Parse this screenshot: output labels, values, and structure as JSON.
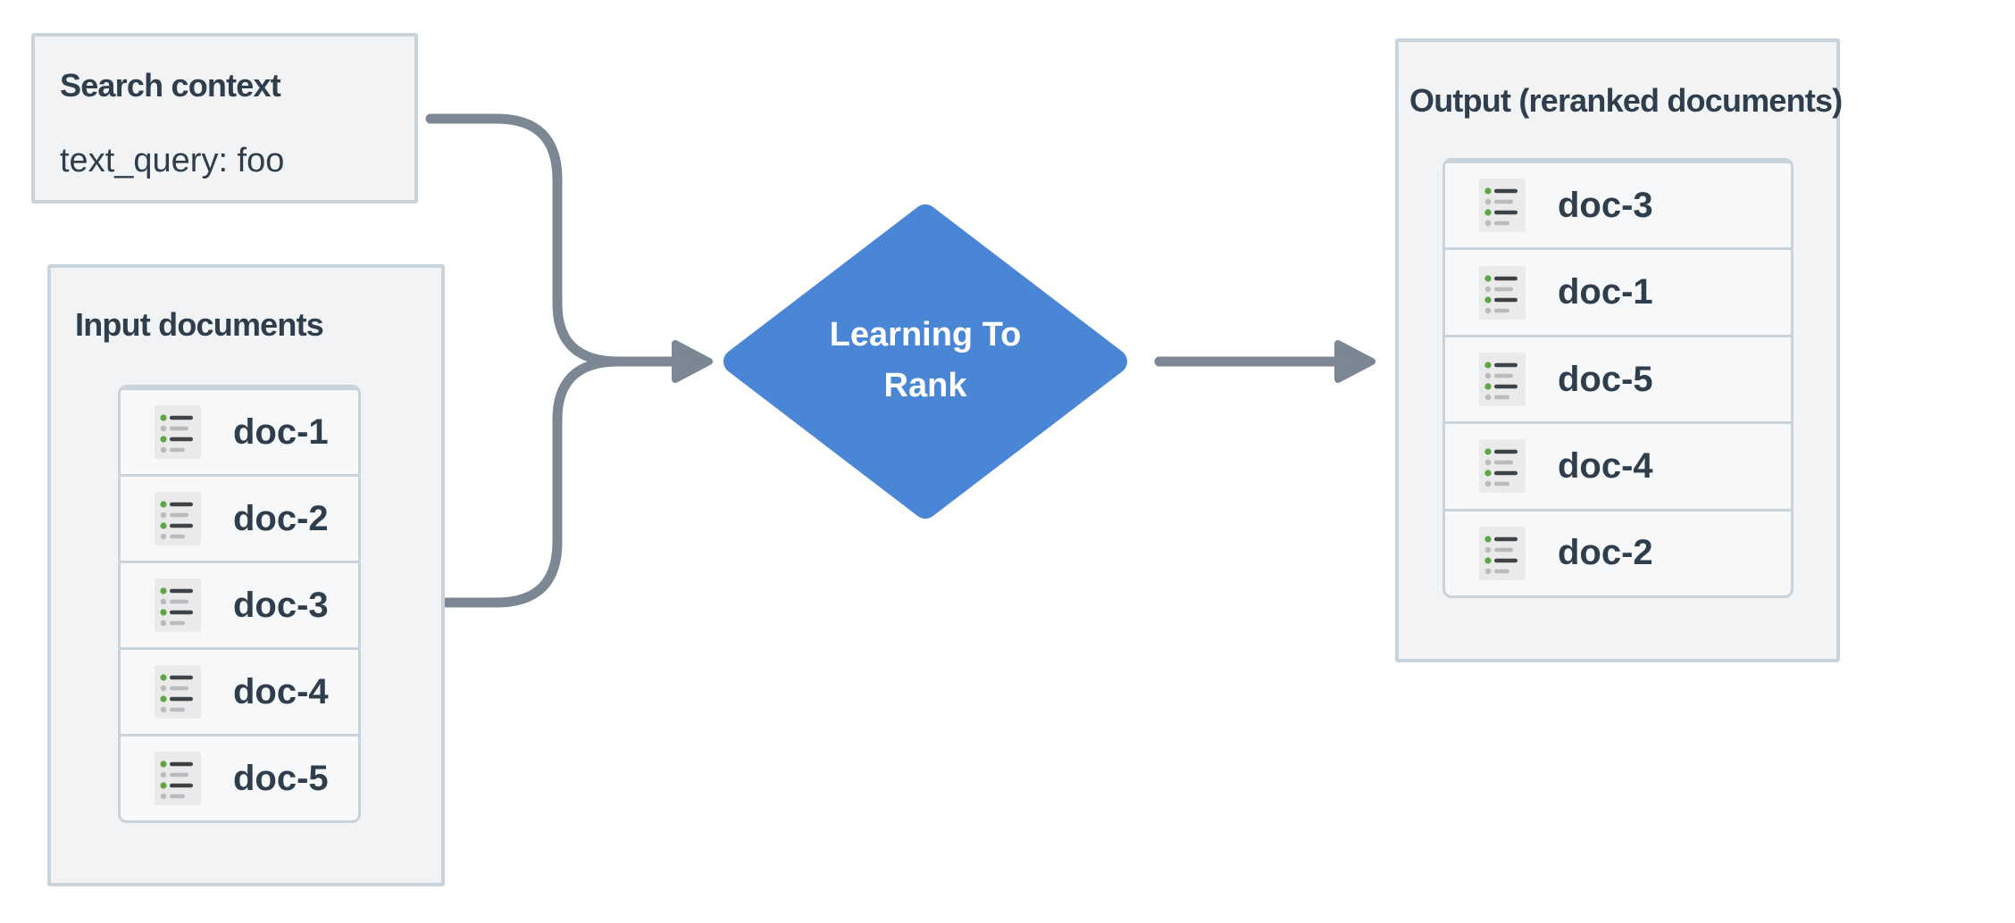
{
  "colors": {
    "panel_background": "#f1f3f5",
    "panel_border": "#c9d3dc",
    "row_background": "#f6f8f9",
    "text_dark": "#2f3e4d",
    "connector_gray": "#7b8793",
    "diamond_blue": "#4a86d6",
    "diamond_text": "#ffffff",
    "icon_background": "#eaeaeb",
    "icon_green": "#5ea544",
    "icon_gray": "#b9bcbe",
    "icon_dark": "#3e4347"
  },
  "search_context": {
    "title": "Search context",
    "query": "text_query: foo"
  },
  "input_documents": {
    "title": "Input documents",
    "docs": [
      "doc-1",
      "doc-2",
      "doc-3",
      "doc-4",
      "doc-5"
    ]
  },
  "process_node": {
    "line1": "Learning To",
    "line2": "Rank"
  },
  "output_documents": {
    "title": "Output (reranked documents)",
    "docs": [
      "doc-3",
      "doc-1",
      "doc-5",
      "doc-4",
      "doc-2"
    ]
  },
  "icons": {
    "doc_icon": "bulleted-list-icon"
  }
}
